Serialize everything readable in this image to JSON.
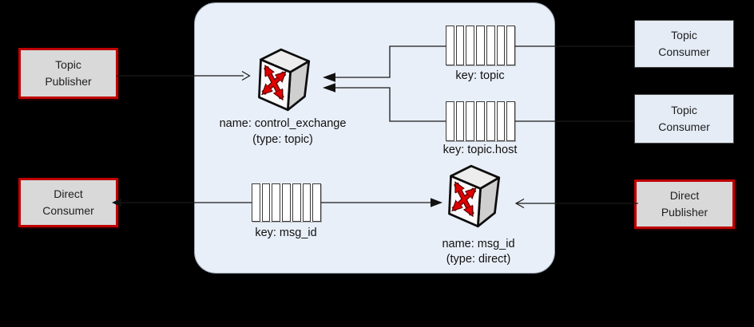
{
  "colors": {
    "background": "#000000",
    "broker_panel_fill": "#e9eff8",
    "broker_panel_border": "#9aa4b2",
    "publisher_red_border": "#c00000",
    "publisher_gray_fill": "#d9d9d9",
    "consumer_blue_fill": "#e5ecf6",
    "queue_fill": "#ffffff",
    "wire_color": "#1a1a1a",
    "exchange_arrow_red": "#e10000"
  },
  "broker": {
    "exchanges": [
      {
        "icon": "switch-exchange-icon",
        "name_label": "name: control_exchange",
        "type_label": "(type: topic)"
      },
      {
        "icon": "switch-exchange-icon",
        "name_label": "name: msg_id",
        "type_label": "(type: direct)"
      }
    ],
    "queues": [
      {
        "icon": "queue-icon",
        "label": "key: topic"
      },
      {
        "icon": "queue-icon",
        "label": "key: topic.host"
      },
      {
        "icon": "queue-icon",
        "label": "key: msg_id"
      }
    ]
  },
  "endpoints": {
    "topic_publisher": {
      "label": "Topic\nPublisher"
    },
    "direct_consumer": {
      "label": "Direct\nConsumer"
    },
    "topic_consumer_1": {
      "label": "Topic\nConsumer"
    },
    "topic_consumer_2": {
      "label": "Topic\nConsumer"
    },
    "direct_publisher": {
      "label": "Direct\nPublisher"
    }
  }
}
